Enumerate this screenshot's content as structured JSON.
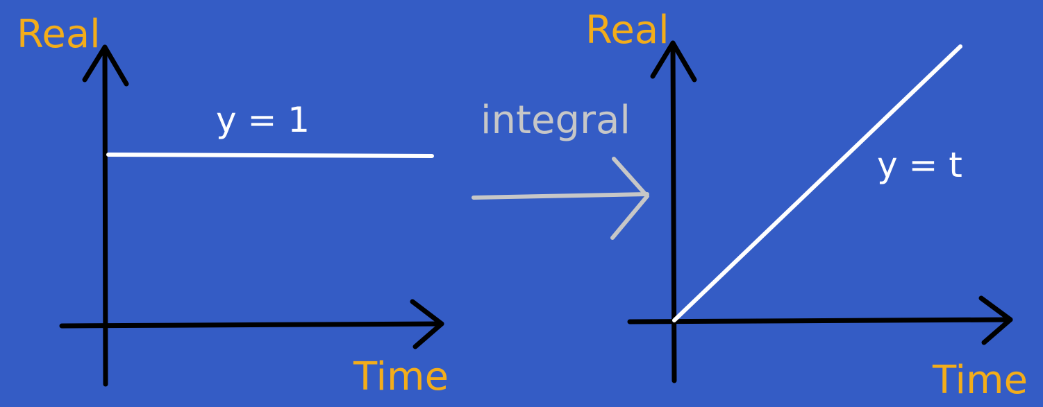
{
  "colors": {
    "background": "#345cc5",
    "axis": "#000000",
    "axis_label": "#f3ad1a",
    "function_line": "#ffffff",
    "operator": "#c7c7c7"
  },
  "left_graph": {
    "y_axis_label": "Real",
    "x_axis_label": "Time",
    "function_label": "y = 1"
  },
  "operator": {
    "label": "integral",
    "icon": "arrow-right-icon"
  },
  "right_graph": {
    "y_axis_label": "Real",
    "x_axis_label": "Time",
    "function_label": "y = t"
  }
}
